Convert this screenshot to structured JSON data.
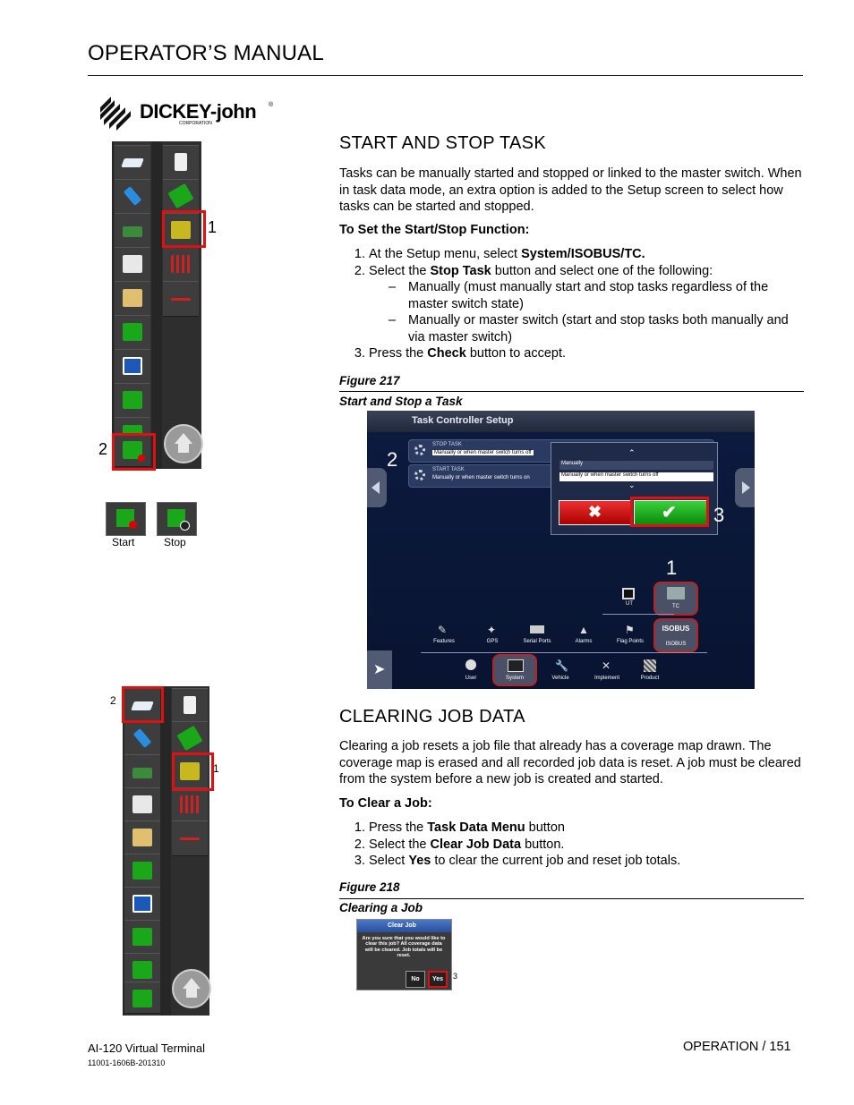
{
  "header": {
    "title": "OPERATOR’S MANUAL"
  },
  "logo": {
    "brand": "DICKEY-john",
    "registered": "®",
    "sub": "CORPORATION"
  },
  "section1": {
    "heading": "START AND STOP TASK",
    "intro": "Tasks can be manually started and stopped or linked to the master switch. When in task data mode, an extra option is added to the Setup screen to select how tasks can be started and stopped.",
    "subheading": "To Set the Start/Stop Function:",
    "step1_pre": "At the Setup menu, select ",
    "step1_bold": "System/ISOBUS/TC.",
    "step2_pre": "Select the ",
    "step2_bold": "Stop Task",
    "step2_post": " button and select one of the following:",
    "option1": "Manually (must manually start and stop tasks regardless of the master switch state)",
    "option2": "Manually or master switch (start and stop tasks both manually and via master switch)",
    "step3_pre": "Press the ",
    "step3_bold": "Check",
    "step3_post": " button to accept.",
    "dash": "–"
  },
  "figure217": {
    "label": "Figure 217",
    "caption": "Start and Stop a Task",
    "screen_title": "Task Controller Setup",
    "row1_title": "STOP TASK",
    "row1_value": "Manually or when master switch turns off",
    "row2_title": "START TASK",
    "row2_value": "Manually or when master switch turns on",
    "dropdown_opt1": "Manually",
    "dropdown_opt2": "Manually or when master switch turns off",
    "ut": "UT",
    "tc": "TC",
    "isobus": "ISOBUS",
    "row_a": [
      "Features",
      "GPS",
      "Serial Ports",
      "Alarms",
      "Flag Points"
    ],
    "row_b": [
      "User",
      "System",
      "Vehicle",
      "Implement",
      "Product"
    ],
    "callouts": {
      "one": "1",
      "two": "2",
      "three": "3"
    }
  },
  "left1": {
    "callout_top": "1",
    "callout_bottom": "2",
    "start": "Start",
    "stop": "Stop"
  },
  "section2": {
    "heading": "CLEARING JOB DATA",
    "intro": "Clearing a job resets a job file that already has a coverage map drawn. The coverage map is erased and all recorded job data is reset. A job must be cleared from the system before a new job is created and started.",
    "subheading": "To Clear a Job:",
    "step1_pre": "Press the ",
    "step1_bold": "Task Data Menu",
    "step1_post": " button",
    "step2_pre": "Select the ",
    "step2_bold": "Clear Job Data",
    "step2_post": " button.",
    "step3_pre": "Select ",
    "step3_bold": "Yes",
    "step3_post": " to clear the current job and reset job totals."
  },
  "figure218": {
    "label": "Figure 218",
    "caption": "Clearing a Job",
    "dialog_title": "Clear Job",
    "dialog_text": "Are you sure that you would like to clear this job? All coverage data will be cleared. Job totals will be reset.",
    "no": "No",
    "yes": "Yes",
    "callout": "3"
  },
  "left2": {
    "callout_top": "2",
    "callout_right": "1"
  },
  "footer": {
    "product": "AI-120 Virtual Terminal",
    "docnum": "11001-1606B-201310",
    "page": "OPERATION / 151"
  },
  "colors": {
    "red": "#e01010",
    "green": "#1aa81a",
    "panel": "#2b2b2b",
    "screen": "#0c1a40"
  }
}
